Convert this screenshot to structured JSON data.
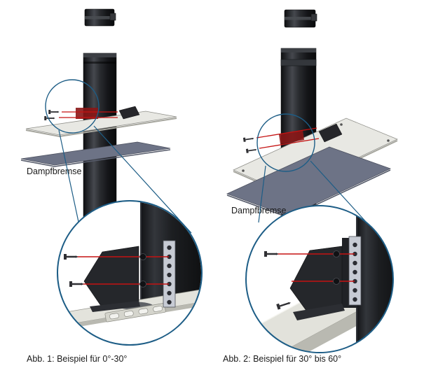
{
  "diagram": {
    "fig1": {
      "caption": "Abb. 1: Beispiel für 0°-30°",
      "vapor_barrier_label": "Dampfbremse"
    },
    "fig2": {
      "caption": "Abb. 2: Beispiel für 30° bis 60°",
      "vapor_barrier_label": "Dampfbremse"
    },
    "colors": {
      "callout_blue": "#1d5d86",
      "highlight_red": "#c51212",
      "dark_red_block": "#8a1616",
      "pipe_dark": "#1b1c20",
      "plate_light": "#e8e8e3",
      "vapor_barrier_gray": "#6d7386"
    }
  }
}
